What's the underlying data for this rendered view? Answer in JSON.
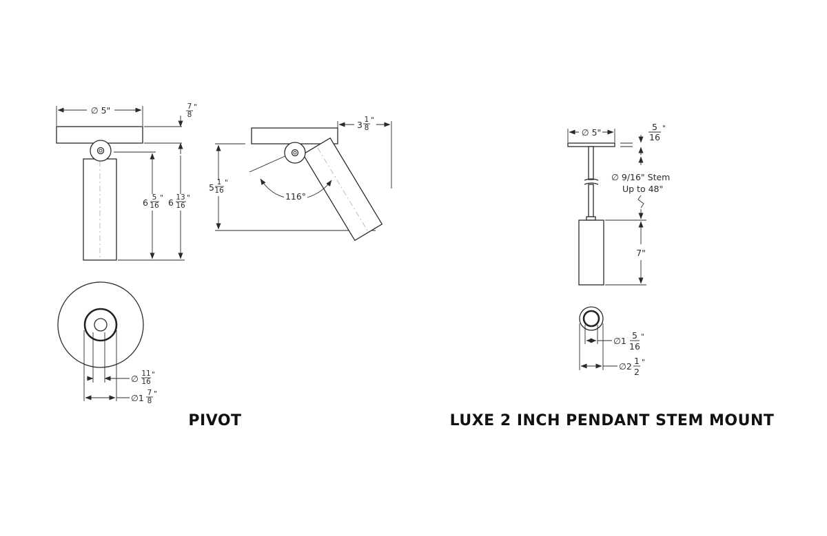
{
  "pivot": {
    "title": "PIVOT",
    "canopy_diameter": "∅ 5\"",
    "canopy_height": {
      "num": "7",
      "den": "8",
      "unit": "\""
    },
    "body_length": {
      "whole": "6",
      "num": "5",
      "den": "16",
      "unit": "\""
    },
    "overall_height": {
      "whole": "6",
      "num": "13",
      "den": "16",
      "unit": "\""
    },
    "tilt_offset": {
      "whole": "3",
      "num": "1",
      "den": "8",
      "unit": "\""
    },
    "tilt_height": {
      "whole": "5",
      "num": "1",
      "den": "16",
      "unit": "\""
    },
    "tilt_angle": "116°",
    "aperture": {
      "prefix": "∅",
      "num": "11",
      "den": "16",
      "unit": "\""
    },
    "head_diameter": {
      "prefix": "∅1",
      "num": "7",
      "den": "8",
      "unit": "\""
    }
  },
  "pendant": {
    "title": "LUXE 2 INCH PENDANT STEM MOUNT",
    "canopy_diameter": "∅ 5\"",
    "canopy_height": {
      "num": "5",
      "den": "16",
      "unit": "\""
    },
    "stem_line1": "∅ 9/16\" Stem",
    "stem_line2": "Up to 48\"",
    "body_length": "7\"",
    "aperture": {
      "prefix": "∅1",
      "num": "5",
      "den": "16",
      "unit": "\""
    },
    "body_diameter": {
      "prefix": "∅2",
      "num": "1",
      "den": "2",
      "unit": "\""
    }
  }
}
